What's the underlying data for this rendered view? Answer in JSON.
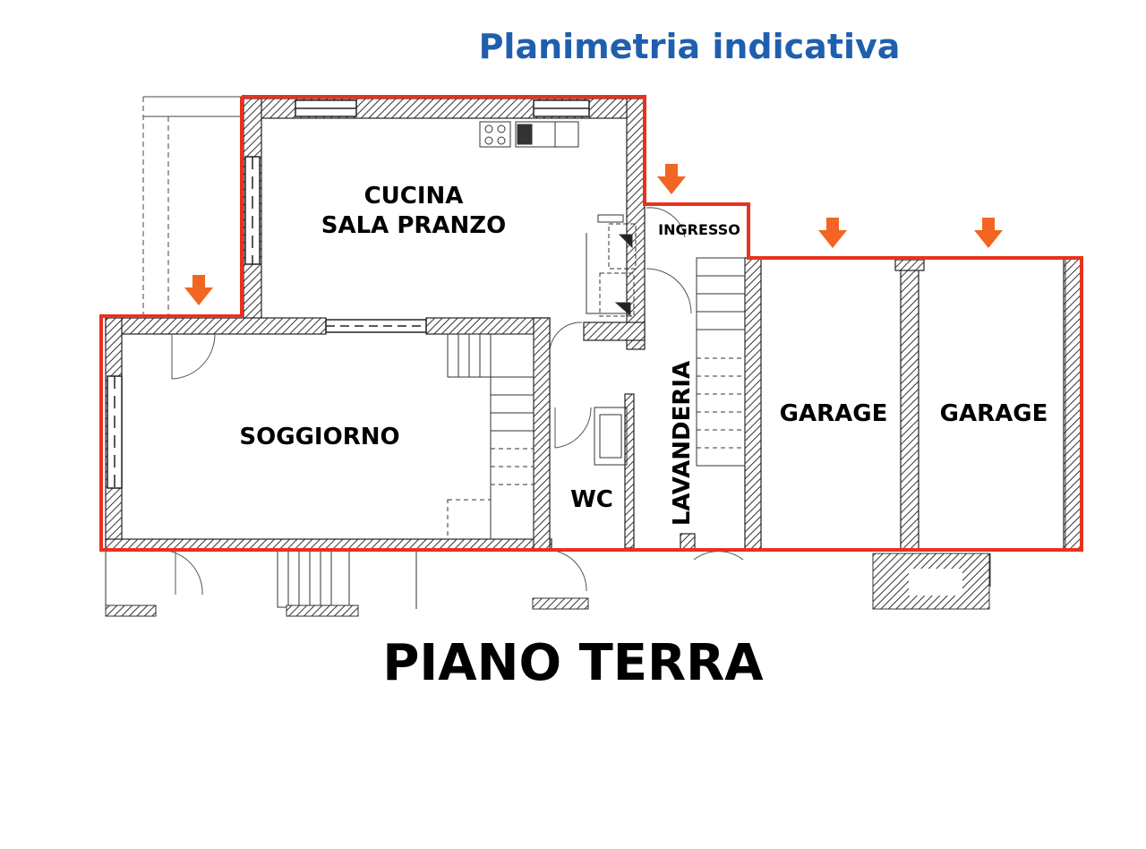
{
  "title": "Planimetria indicativa",
  "subtitle": "PIANO TERRA",
  "colors": {
    "title": "#1f5fae",
    "boundary": "#e8321e",
    "arrow": "#f26522",
    "wall": "#333333"
  },
  "rooms": {
    "cucina_line1": "CUCINA",
    "cucina_line2": "SALA PRANZO",
    "ingresso": "INGRESSO",
    "soggiorno": "SOGGIORNO",
    "wc": "WC",
    "lavanderia": "LAVANDERIA",
    "garage1": "GARAGE",
    "garage2": "GARAGE"
  },
  "arrows": [
    "entrance-arrow",
    "entrance-arrow",
    "entrance-arrow",
    "entrance-arrow"
  ]
}
